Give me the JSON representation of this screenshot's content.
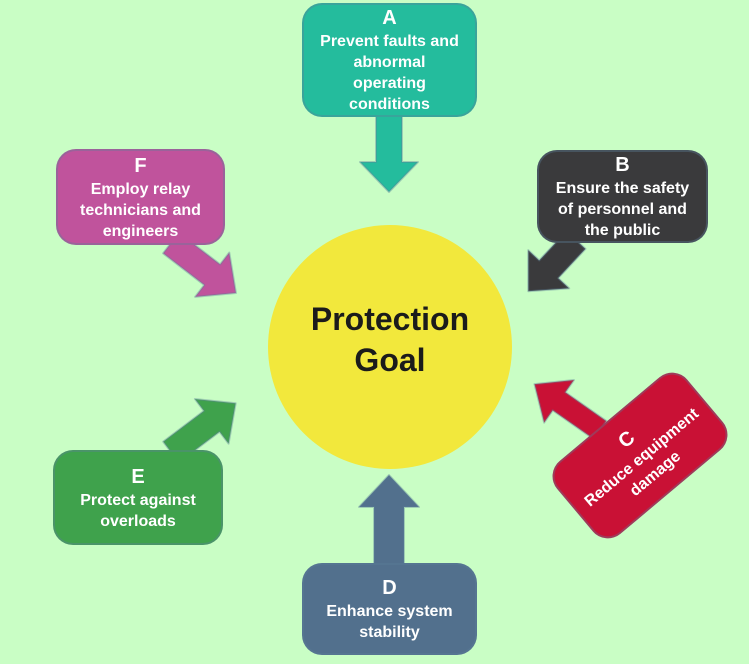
{
  "diagram": {
    "center": {
      "label": "Protection\nGoal"
    },
    "nodes": [
      {
        "id": "A",
        "letter": "A",
        "text": "Prevent faults and\nabnormal\noperating\nconditions",
        "color": "#24bc9d",
        "position": "top"
      },
      {
        "id": "B",
        "letter": "B",
        "text": "Ensure the safety\nof personnel and\nthe public",
        "color": "#3a3a3c",
        "position": "top-right"
      },
      {
        "id": "C",
        "letter": "C",
        "text": "Reduce equipment\ndamage",
        "color": "#c91135",
        "position": "right"
      },
      {
        "id": "D",
        "letter": "D",
        "text": "Enhance system\nstability",
        "color": "#52708d",
        "position": "bottom"
      },
      {
        "id": "E",
        "letter": "E",
        "text": "Protect against\noverloads",
        "color": "#3fa24c",
        "position": "bottom-left"
      },
      {
        "id": "F",
        "letter": "F",
        "text": "Employ relay\ntechnicians and\nengineers",
        "color": "#c0539c",
        "position": "top-left"
      }
    ],
    "colors": {
      "background": "#c9fec5",
      "circle_fill": "#f2e83c",
      "circle_text": "#1b1b1b",
      "box_text": "#ffffff",
      "shape_edge": "#5b7d99"
    }
  }
}
